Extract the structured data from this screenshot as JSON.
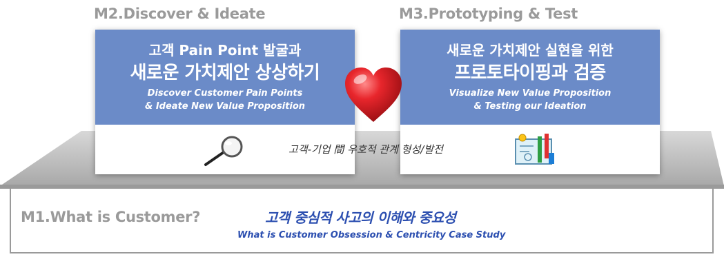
{
  "modules": {
    "m1": {
      "title": "M1.What is Customer?",
      "korean": "고객 중심적 사고의 이해와 중요성",
      "english": "What is Customer Obsession & Centricity Case Study"
    },
    "m2": {
      "title": "M2.Discover & Ideate",
      "line1": "고객 Pain Point 발굴과",
      "line2": "새로운 가치제안 상상하기",
      "en1": "Discover Customer Pain Points",
      "en2": "& Ideate New Value Proposition"
    },
    "m3": {
      "title": "M3.Prototyping & Test",
      "line1": "새로운 가치제안 실현을 위한",
      "line2": "프로토타이핑과 검증",
      "en1": "Visualize New Value Proposition",
      "en2": "& Testing our Ideation"
    }
  },
  "center_text": "고객-기업 間 우호적 관계 형성/발전",
  "icons": [
    "heart-icon",
    "magnifier-icon",
    "blueprint-icon"
  ],
  "colors": {
    "card_header": "#6b8bc8",
    "module_title": "#9a9a9a",
    "m1_text": "#2c4fb0",
    "platform": "#bdbdbd",
    "heart": "#d1141b"
  }
}
